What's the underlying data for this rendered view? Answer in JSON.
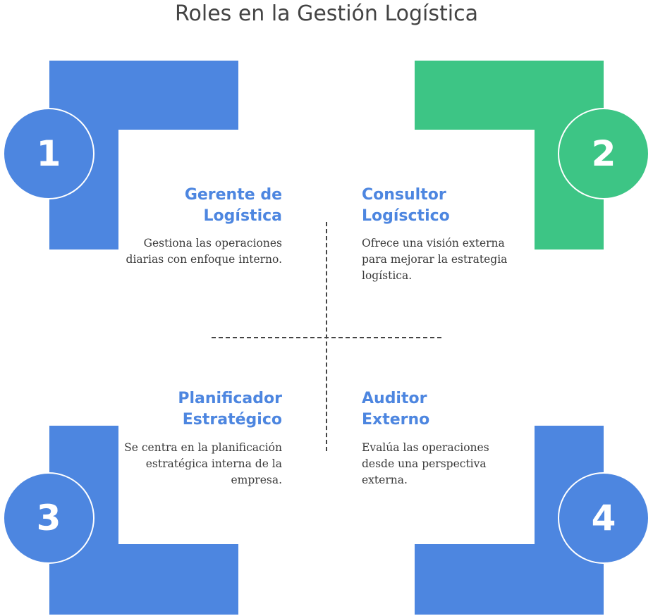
{
  "title": "Roles en la Gestión Logística",
  "colors": {
    "blue": "#4d86e0",
    "green": "#3dc585",
    "text": "#3a3a3a",
    "title": "#444444"
  },
  "roles": [
    {
      "number": "1",
      "heading_line1": "Gerente de",
      "heading_line2": "Logística",
      "description": "Gestiona las operaciones diarias con enfoque interno.",
      "color": "#4d86e0"
    },
    {
      "number": "2",
      "heading_line1": "Consultor",
      "heading_line2": "Logísctico",
      "description": "Ofrece una visión externa para mejorar la estrategia logística.",
      "color": "#3dc585"
    },
    {
      "number": "3",
      "heading_line1": "Planificador",
      "heading_line2": "Estratégico",
      "description": "Se centra en la planificación estratégica interna de la empresa.",
      "color": "#4d86e0"
    },
    {
      "number": "4",
      "heading_line1": "Auditor",
      "heading_line2": "Externo",
      "description": "Evalúa las operaciones desde una perspectiva externa.",
      "color": "#4d86e0"
    }
  ]
}
